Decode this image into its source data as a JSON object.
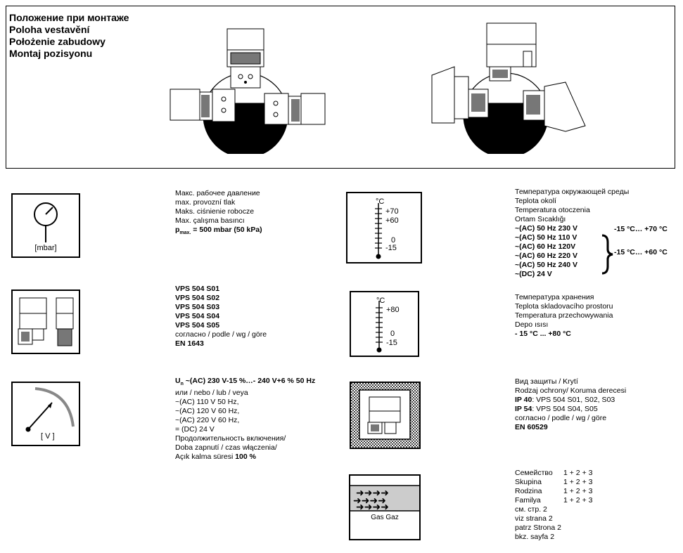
{
  "installation": {
    "titles": [
      "Положение при монтаже",
      "Poloha vestavění",
      "Położenie zabudowy",
      "Montaj pozisyonu"
    ]
  },
  "pressure": {
    "unit_label": "[mbar]",
    "lines": [
      "Макс. рабочее давление",
      "max. provozní tlak",
      "Maks. ciśnienie robocze",
      "Max. çalışma basıncı"
    ],
    "pmax_prefix": "p",
    "pmax_sub": "max.",
    "pmax_value": " = 500 mbar (50 kPa)"
  },
  "models": {
    "items": [
      "VPS 504 S01",
      "VPS 504 S02",
      "VPS 504 S03",
      "VPS 504 S04",
      "VPS 504 S05"
    ],
    "according": "согласно / podle  / wg / göre",
    "standard": "EN 1643"
  },
  "voltage": {
    "unit_label": "[ V ]",
    "main_prefix": "U",
    "main_sub": "n",
    "main_value": " ~(AC)  230 V-15 %…- 240 V+6 % 50 Hz",
    "lines": [
      "или / nebo / lub / veya",
      "~(AC) 110 V 50 Hz,",
      "~(AC) 120 V 60 Hz,",
      "~(AC) 220 V 60 Hz,",
      "= (DC) 24 V",
      "Продолжительность включения/",
      "Doba zapnutí / czas włączenia/"
    ],
    "duty_prefix": "Açık kalma süresi ",
    "duty_value": "100 %"
  },
  "ambient_temp": {
    "thermo_unit": "°C",
    "ticks": [
      "+70",
      "+60",
      "0",
      "-15"
    ],
    "lines": [
      "Температура окружающей среды",
      "Teplota okolí",
      "Temperatura otoczenia",
      "Ortam Sıcaklığı"
    ],
    "supplies": [
      "~(AC) 50 Hz  230 V",
      "~(AC) 50 Hz  110 V",
      "~(AC) 60 Hz  120V",
      "~(AC) 60 Hz  220 V",
      "~(AC) 50 Hz  240 V",
      "~(DC) 24 V"
    ],
    "range_1": "-15 °C… +70 °C",
    "range_2": "-15 °C… +60 °C"
  },
  "storage_temp": {
    "thermo_unit": "°C",
    "ticks": [
      "+80",
      "0",
      "-15"
    ],
    "lines": [
      "Температура хранения",
      "Teplota skladovacího prostoru",
      "Temperatura przechowywania",
      "Depo ısısı"
    ],
    "range": "- 15 °C ... +80 °C"
  },
  "protection": {
    "title": "Вид защиты / Krytí",
    "subtitle": "Rodzaj ochrony/ Koruma derecesi",
    "ip40_label": "IP 40",
    "ip40_value": ": VPS 504 S01, S02, S03",
    "ip54_label": "IP 54",
    "ip54_value": ": VPS 504 S04, S05",
    "according": "согласно / podle / wg / göre",
    "standard": "EN 60529"
  },
  "gas_family": {
    "icon_label": "Gas Gaz",
    "rows": [
      {
        "label": "Семейство",
        "value": "1 + 2 + 3"
      },
      {
        "label": "Skupina",
        "value": "1 + 2 + 3"
      },
      {
        "label": "Rodzina",
        "value": "1 + 2 + 3"
      },
      {
        "label": "Familya",
        "value": "1 + 2 + 3"
      }
    ],
    "refs": [
      "см. стр. 2",
      "viz strana 2",
      "patrz Strona 2",
      "bkz. sayfa 2"
    ]
  }
}
